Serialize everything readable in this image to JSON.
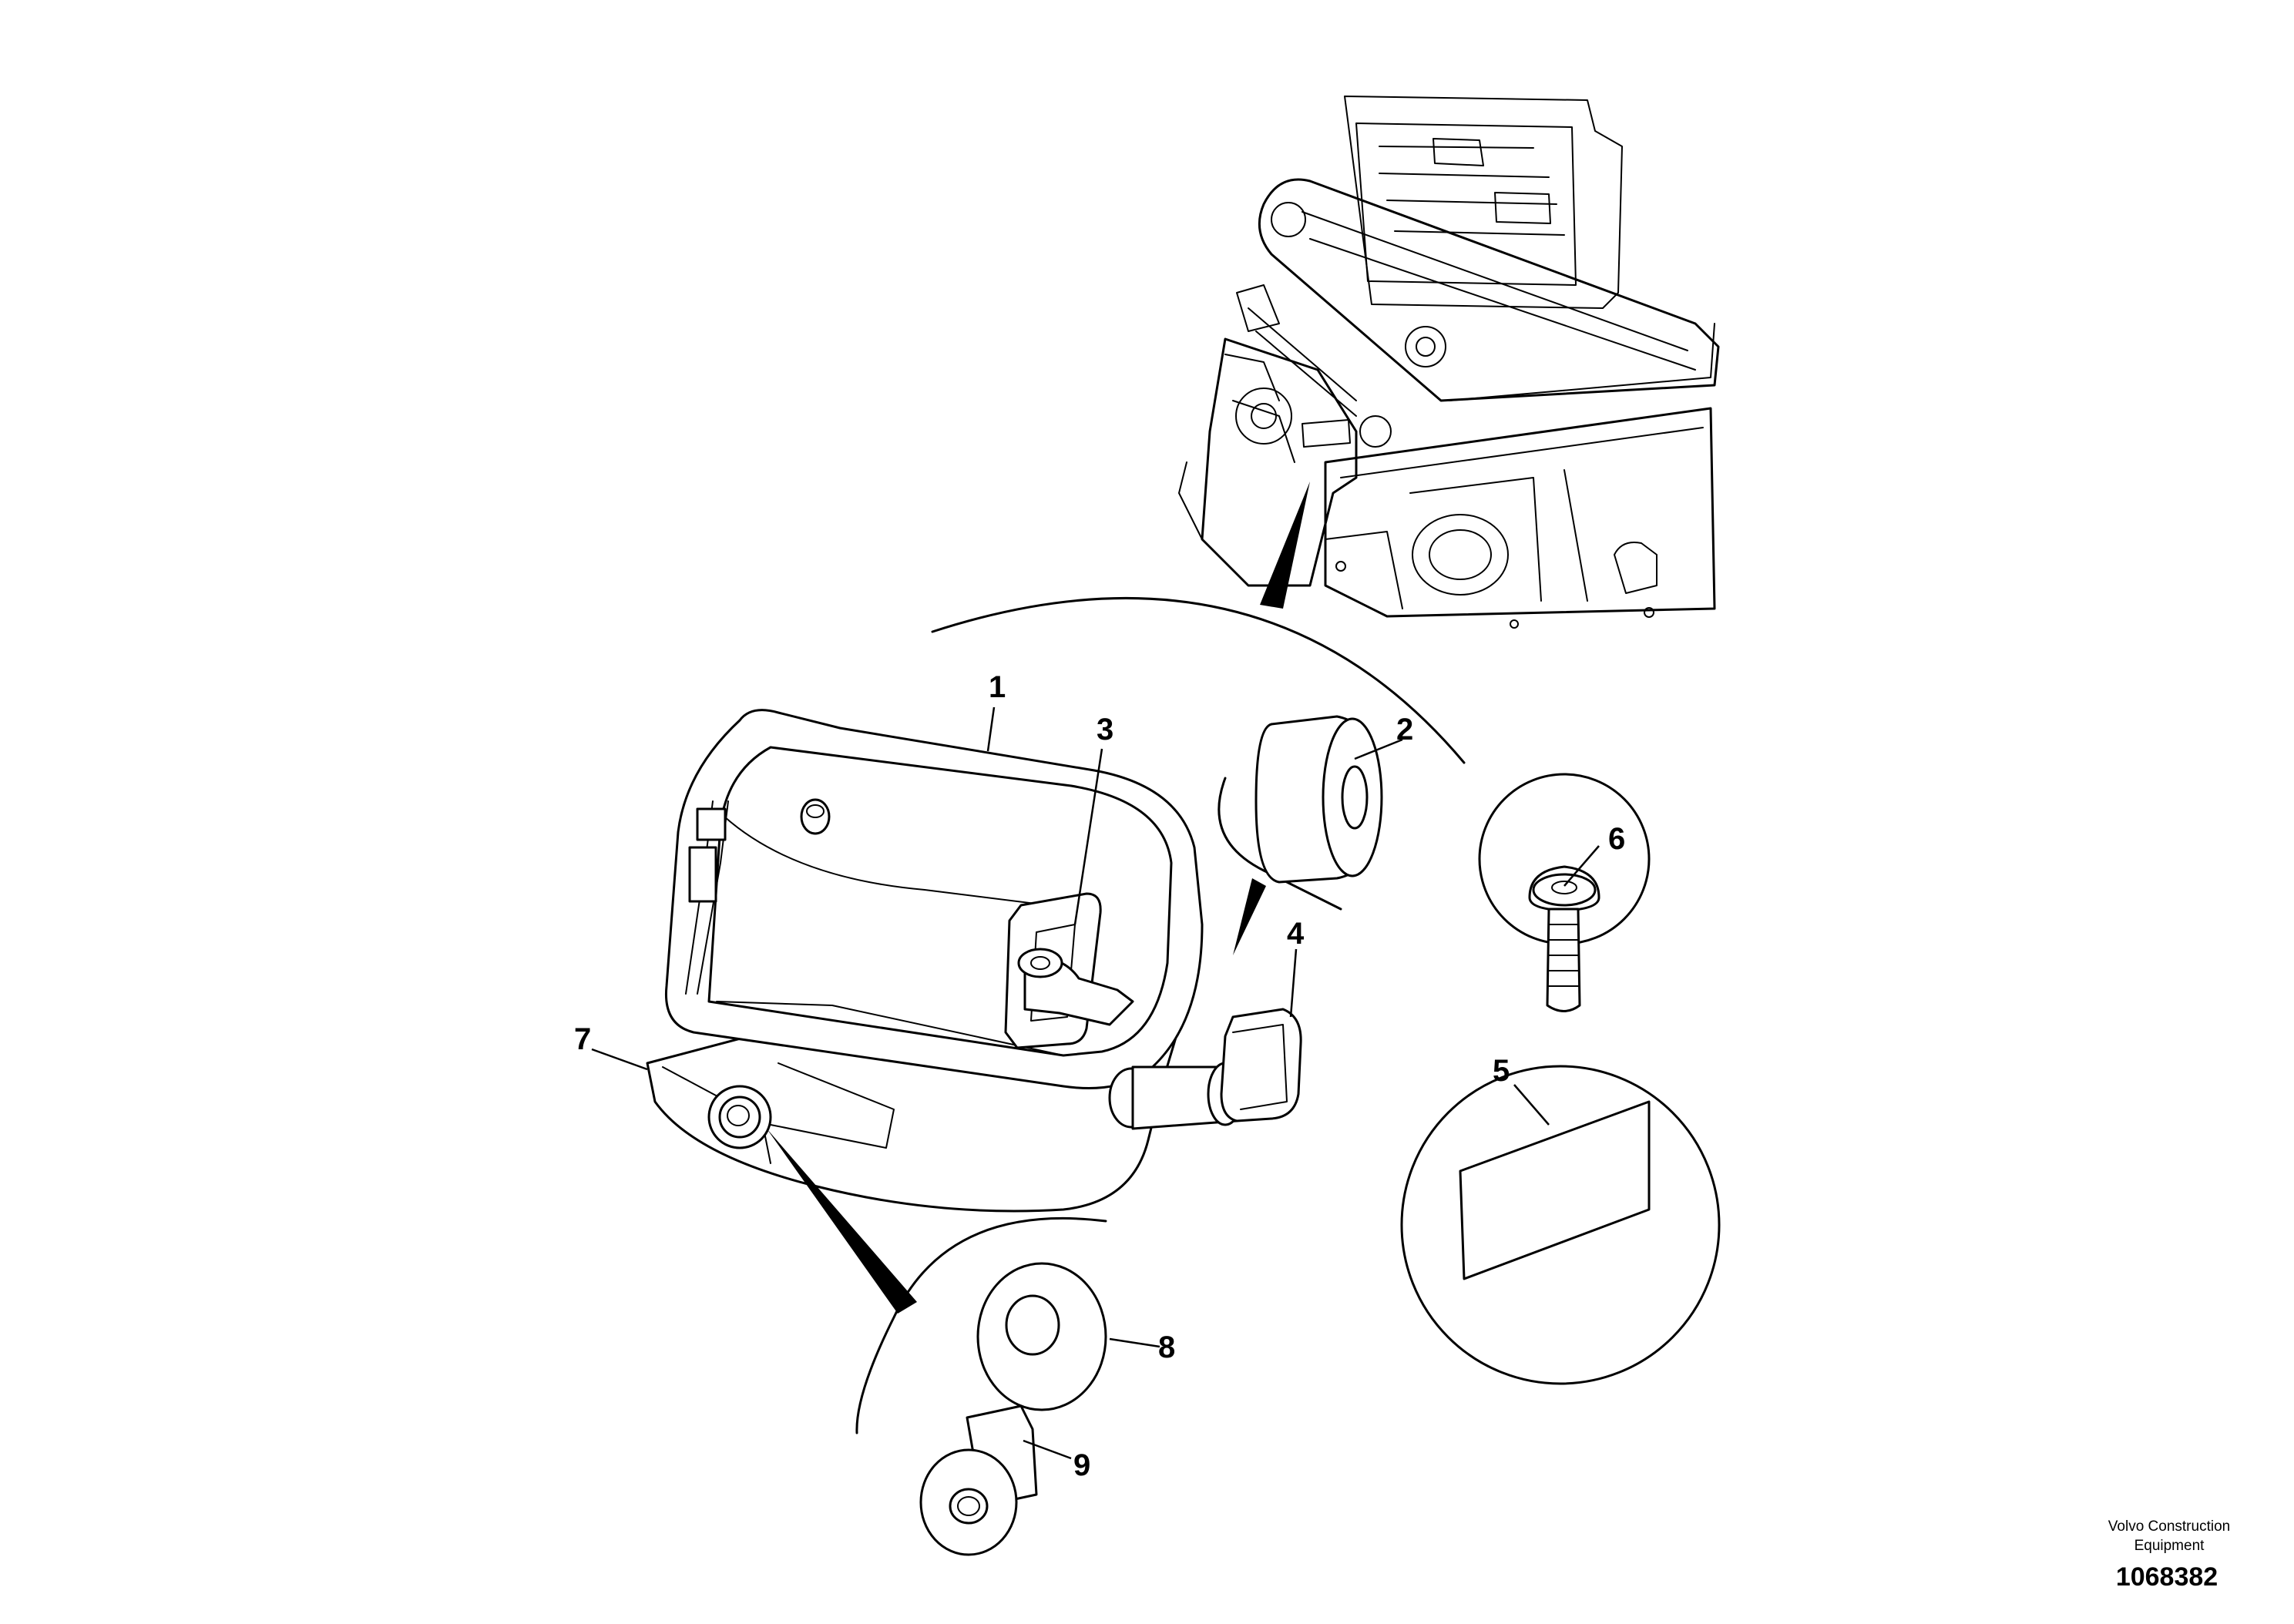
{
  "diagram": {
    "callouts": [
      {
        "id": "1",
        "label": "1"
      },
      {
        "id": "2",
        "label": "2"
      },
      {
        "id": "3",
        "label": "3"
      },
      {
        "id": "4",
        "label": "4"
      },
      {
        "id": "5",
        "label": "5"
      },
      {
        "id": "6",
        "label": "6"
      },
      {
        "id": "7",
        "label": "7"
      },
      {
        "id": "8",
        "label": "8"
      },
      {
        "id": "9",
        "label": "9"
      }
    ],
    "brand_line1": "Volvo Construction",
    "brand_line2": "Equipment",
    "document_number": "1068382"
  }
}
